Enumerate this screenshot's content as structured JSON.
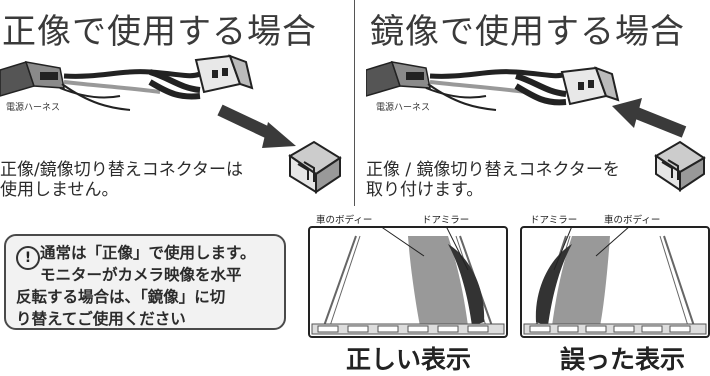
{
  "left_panel": {
    "title": "正像で使用する場合",
    "harness_label": "電源ハーネス",
    "description_line1": "正像/鏡像切り替えコネクターは",
    "description_line2": "使用しません。"
  },
  "right_panel": {
    "title": "鏡像で使用する場合",
    "harness_label": "電源ハーネス",
    "description_line1": "正像 / 鏡像切り替えコネクターを",
    "description_line2": "取り付けます。"
  },
  "notice": {
    "icon": "exclamation-circle-icon",
    "line1": "通常は「正像」で使用します。",
    "line2": "モニターがカメラ映像を水平",
    "line3": "反転する場合は、「鏡像」に切",
    "line4": "り替えてご使用ください"
  },
  "screens": {
    "correct": {
      "label_body": "車のボディー",
      "label_mirror": "ドアミラー",
      "caption": "正しい表示"
    },
    "wrong": {
      "label_mirror": "ドアミラー",
      "label_body": "車のボディー",
      "caption": "誤った表示"
    }
  },
  "colors": {
    "text": "#2b2b2b",
    "divider": "#555555",
    "notice_bg": "#f2f2f2",
    "arrow": "#3a3a3a"
  }
}
